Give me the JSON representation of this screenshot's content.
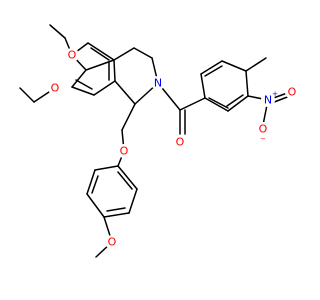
{
  "diagram": {
    "type": "chemical-structure",
    "background": "#ffffff",
    "bond_color": "#000000",
    "atom_colors": {
      "O": "#ff0000",
      "N": "#0000ff"
    },
    "atoms": [
      {
        "element": "O",
        "label": "O"
      },
      {
        "element": "O",
        "label": "O"
      },
      {
        "element": "O",
        "label": "O"
      },
      {
        "element": "O",
        "label": "O"
      },
      {
        "element": "O",
        "label": "O"
      },
      {
        "element": "N",
        "label": "N"
      },
      {
        "element": "N",
        "label": "N",
        "charge": "+"
      },
      {
        "element": "O",
        "label": "O",
        "charge": "−"
      },
      {
        "element": "O",
        "label": "O"
      }
    ]
  }
}
